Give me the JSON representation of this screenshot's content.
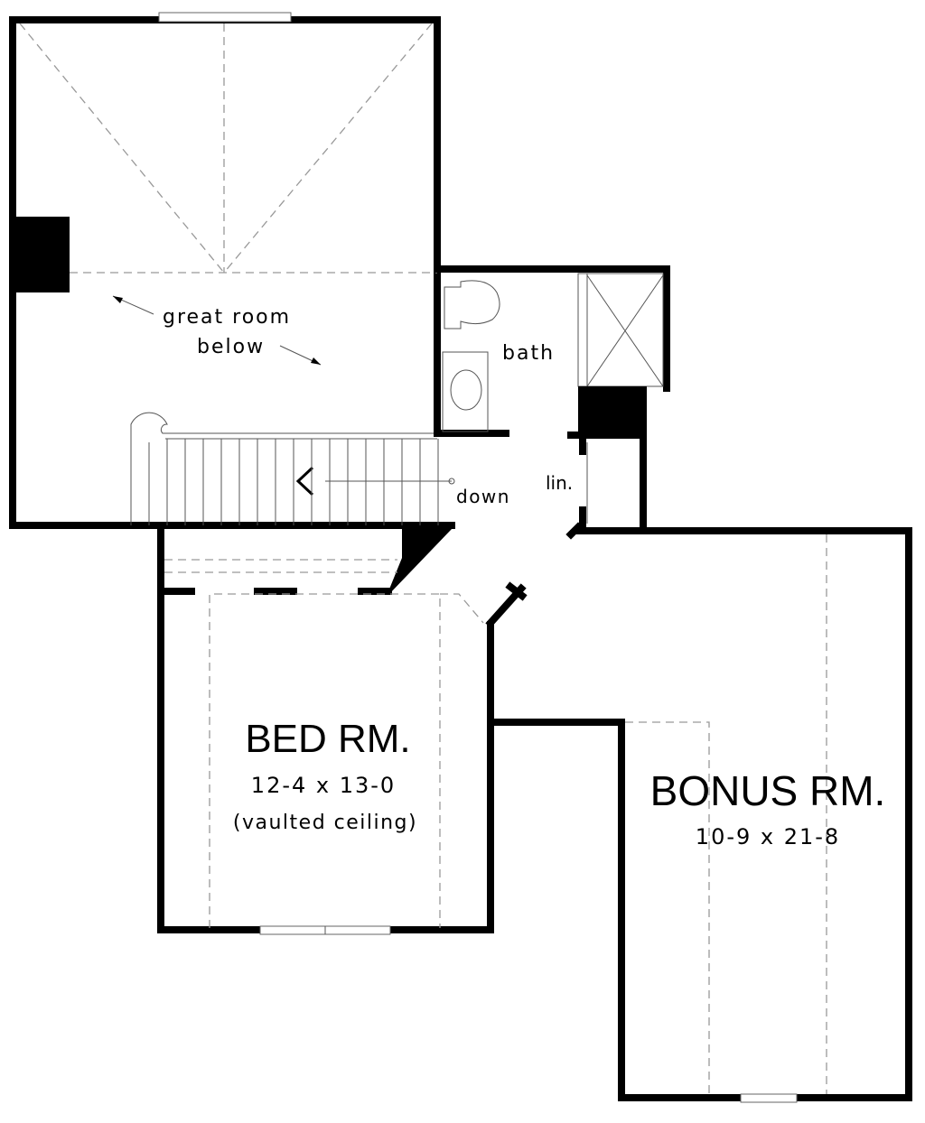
{
  "rooms": {
    "great_room": {
      "line1": "great room",
      "line2": "below"
    },
    "bath": "bath",
    "linen": "lin.",
    "stairs": "down",
    "bedroom": {
      "name": "BED RM.",
      "size": "12-4 x 13-0",
      "note": "(vaulted ceiling)"
    },
    "bonus": {
      "name": "BONUS RM.",
      "size": "10-9 x 21-8"
    }
  }
}
